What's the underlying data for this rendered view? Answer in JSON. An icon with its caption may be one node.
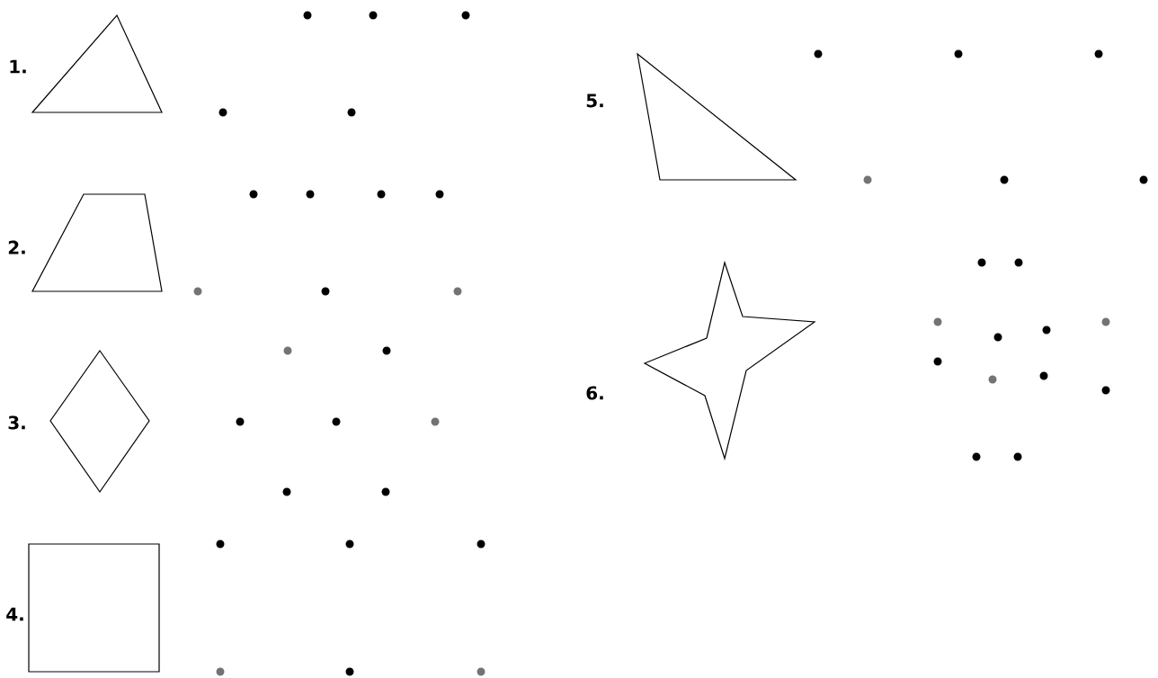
{
  "diagram": {
    "nodes": [
      {
        "text": [],
        "shape": "triangle",
        "beside": [
          "1."
        ]
      },
      {
        "text": [],
        "shape": "trapezoid",
        "beside": [
          "2."
        ]
      },
      {
        "text": [],
        "shape": "diamond",
        "beside": [
          "3."
        ]
      },
      {
        "text": [],
        "shape": "square",
        "beside": [
          "4."
        ]
      },
      {
        "text": [],
        "shape": "triangle",
        "beside": [
          "5."
        ]
      },
      {
        "text": [],
        "shape": "star",
        "beside": [
          "6."
        ]
      }
    ]
  }
}
